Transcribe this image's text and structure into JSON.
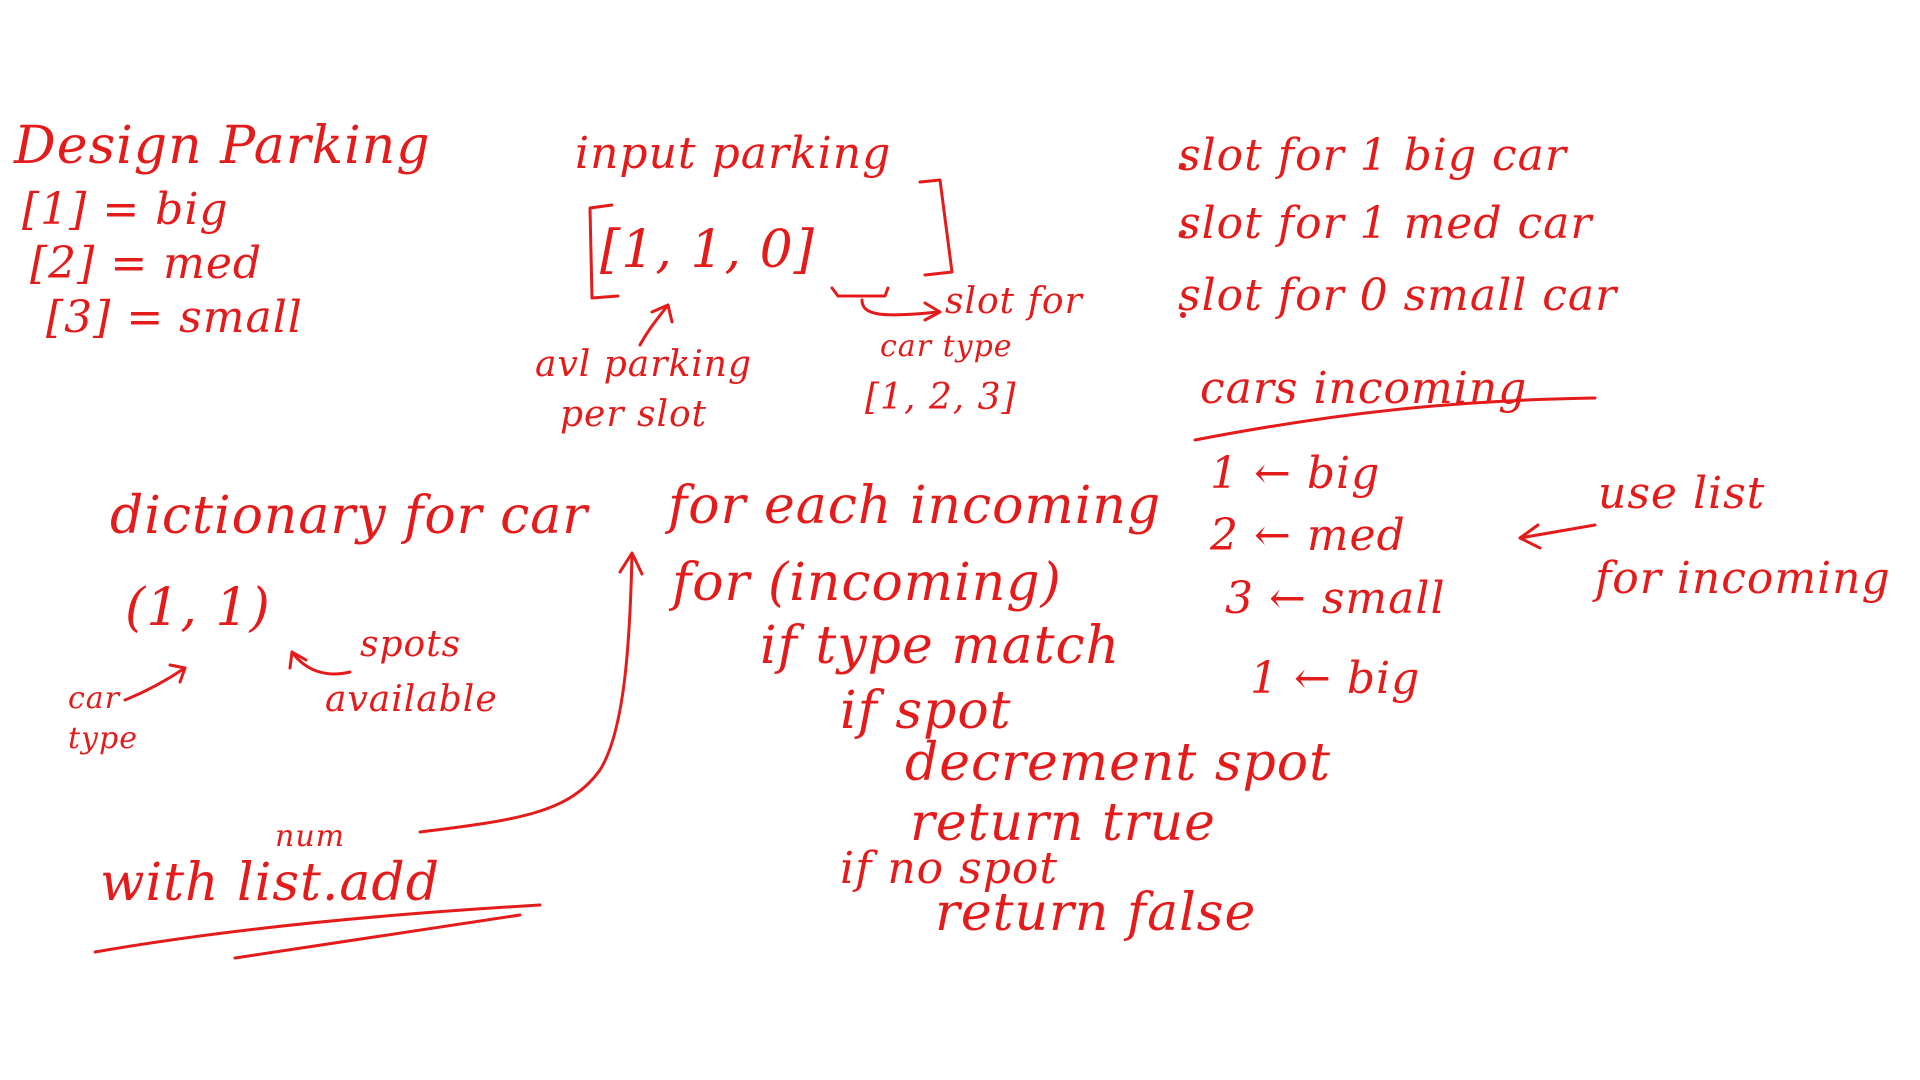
{
  "ink_color": "#e31b1b",
  "background": "#ffffff",
  "notes": {
    "title": "Design Parking",
    "def_big": "[1] = big",
    "def_med": "[2] = med",
    "def_small": "[3] = small",
    "input_label": "input parking",
    "input_array": "[1, 1, 0]",
    "avl_line1": "avl parking",
    "avl_line2": "per slot",
    "slot_for_line1": "slot for",
    "slot_for_line2": "car type",
    "slot_for_line3": "[1, 2, 3]",
    "bullet1": "slot for 1 big car",
    "bullet2": "slot for 1 med car",
    "bullet3": "slot for 0 small car",
    "cars_incoming": "cars incoming",
    "incoming_1": "1 ← big",
    "incoming_2": "2 ← med",
    "incoming_3": "3 ← small",
    "incoming_4": "1 ← big",
    "use_list_line1": "use list",
    "use_list_line2": "for incoming",
    "dictionary": "dictionary for car",
    "tuple": "(1, 1)",
    "car_type_line1": "car",
    "car_type_line2": "type",
    "spots_line1": "spots",
    "spots_line2": "available",
    "with_list_add": "with list.add",
    "num": "num",
    "algo_1": "for each incoming",
    "algo_2": "for (incoming)",
    "algo_3": "if type match",
    "algo_4": "if spot",
    "algo_5": "decrement spot",
    "algo_6": "return true",
    "algo_7": "if no spot",
    "algo_8": "return false"
  }
}
